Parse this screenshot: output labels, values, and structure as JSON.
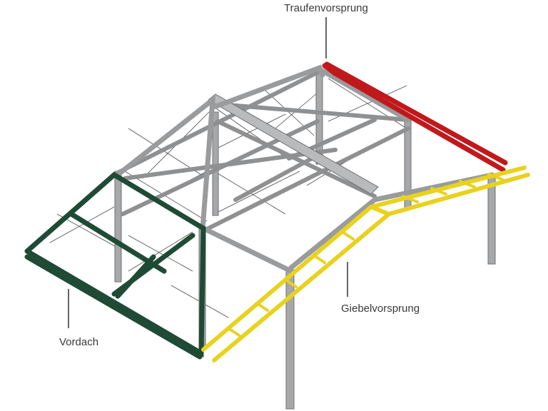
{
  "labels": {
    "eaves_overhang": "Traufenvorsprung",
    "gable_overhang": "Giebelvorsprung",
    "canopy": "Vordach"
  },
  "colors": {
    "steel": "#a7a8aa",
    "steel_dark": "#7d7e80",
    "eaves_overhang": "#c0191c",
    "gable_overhang": "#e8d21f",
    "canopy": "#1f4a36",
    "leader_line": "#333333",
    "text": "#3a3a3a"
  }
}
